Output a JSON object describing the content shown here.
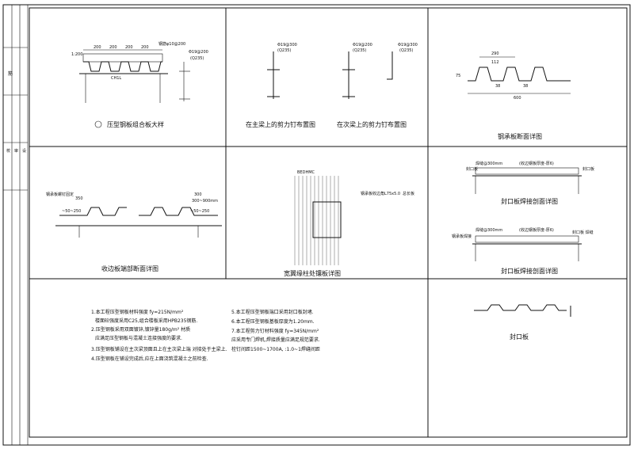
{
  "title_block": {
    "cell_a": "筋",
    "cell_b": "校",
    "cell_c": "审",
    "cell_d": "设"
  },
  "panels": {
    "deck_detail": {
      "caption": "压型钢板组合板大样",
      "dims": [
        "200",
        "200",
        "200",
        "200"
      ],
      "note1": "钢筋φ10@200",
      "note2": "Φ19@200",
      "note3": "(Q235)",
      "tag": "CH1L",
      "left_dim": "1:200"
    },
    "studs": {
      "caption_main": "在主梁上的剪力钉布置图",
      "caption_sec": "在次梁上的剪力钉布置图",
      "note_a": "Φ19@300",
      "note_a2": "(Q235)",
      "note_b": "Φ19@200",
      "note_b2": "(Q235)",
      "note_c": "Φ19@300",
      "note_c2": "(Q235)"
    },
    "section": {
      "caption": "钢承板断面详图",
      "dim_top": "290",
      "dim_mid": "112",
      "dim_left": "75",
      "dim_a": "38",
      "dim_b": "38",
      "dim_bottom": "600"
    },
    "edge": {
      "caption": "收边板端部断面详图",
      "note_left": "钢承板螺钉固定",
      "note_l2": "350",
      "note_l3": "~50~250",
      "note_r": "300~900mm",
      "note_r2": "300",
      "note_r3": "~50~250"
    },
    "column": {
      "caption": "宽翼缘柱处镶板详图",
      "tag_top": "BEDHMC",
      "note": "钢承板收边角L75x5.0",
      "note2": "总长板"
    },
    "seal1": {
      "caption": "封口板焊接剖面详图",
      "note_left": "封口板",
      "note_right": "封口板",
      "note_mid": "(收边钢板厚度-厚6)",
      "note_w": "焊缝@300mm"
    },
    "seal2": {
      "caption": "封口板焊接剖面详图",
      "note_left": "钢承板焊接",
      "note_right": "封口板 焊缝",
      "note_mid": "(收边钢板厚度-厚6)",
      "note_w": "焊缝@300mm"
    },
    "notes": {
      "left": [
        "1.本工程压型钢板材料强度 fy=215N/mm²",
        "楼面砼强度采用C25,组合楼板采用HPB235钢筋.",
        "2.压型钢板采用双面镀锌,镀锌量180g/m²        材质",
        "应满足压型钢板与混凝土连接强度的要求.",
        "3.压型钢板铺设在主次梁顶面且上在主次梁上端  对接处于主梁上.",
        "4.压型钢板在铺设完成后,应在上面浇筑混凝土之前检查."
      ],
      "right": [
        "5.本工程压型钢板端口采用封口板封堵.",
        "6.本工程压型钢板基板厚度为1.20mm.",
        "7.本工程剪力钉材料强度 fy=345N/mm²",
        "   应采用专门焊机,焊接质量应满足规范要求.",
        "栓钉间距1500~1700A,           :1.0~1焊缝间距"
      ]
    },
    "closure": {
      "caption": "封口板"
    }
  }
}
